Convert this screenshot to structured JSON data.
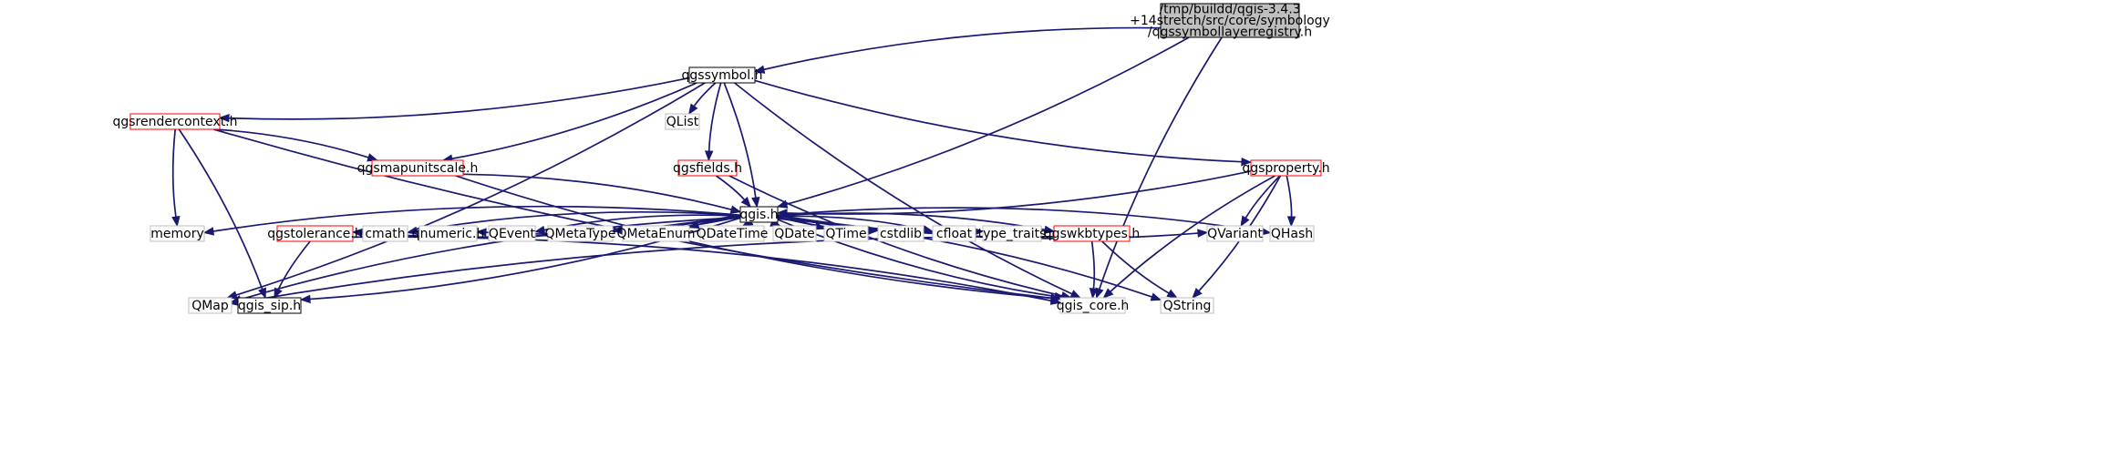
{
  "nodes": [
    {
      "id": "root",
      "lines": [
        "/tmp/buildd/qgis-3.4.3",
        "+14stretch/src/core/symbology",
        "/qgssymbollayerregistry.h"
      ],
      "style": "root",
      "interactable": false
    },
    {
      "id": "qgssymbol",
      "lines": [
        "qgssymbol.h"
      ],
      "style": "black",
      "interactable": true
    },
    {
      "id": "qgsrendercontext",
      "lines": [
        "qgsrendercontext.h"
      ],
      "style": "red",
      "interactable": true
    },
    {
      "id": "qlist",
      "lines": [
        "QList"
      ],
      "style": "gray",
      "interactable": false
    },
    {
      "id": "qgsmapunitscale",
      "lines": [
        "qgsmapunitscale.h"
      ],
      "style": "red",
      "interactable": true
    },
    {
      "id": "qgsfields",
      "lines": [
        "qgsfields.h"
      ],
      "style": "red",
      "interactable": true
    },
    {
      "id": "qgsproperty",
      "lines": [
        "qgsproperty.h"
      ],
      "style": "red",
      "interactable": true
    },
    {
      "id": "qgis",
      "lines": [
        "qgis.h"
      ],
      "style": "black",
      "interactable": true
    },
    {
      "id": "memory",
      "lines": [
        "memory"
      ],
      "style": "gray",
      "interactable": false
    },
    {
      "id": "qgstolerance",
      "lines": [
        "qgstolerance.h"
      ],
      "style": "red",
      "interactable": true
    },
    {
      "id": "cmath",
      "lines": [
        "cmath"
      ],
      "style": "gray",
      "interactable": false
    },
    {
      "id": "qnumeric",
      "lines": [
        "qnumeric.h"
      ],
      "style": "gray",
      "interactable": false
    },
    {
      "id": "qevent",
      "lines": [
        "QEvent"
      ],
      "style": "gray",
      "interactable": false
    },
    {
      "id": "qmetatype",
      "lines": [
        "QMetaType"
      ],
      "style": "gray",
      "interactable": false
    },
    {
      "id": "qmetaenum",
      "lines": [
        "QMetaEnum"
      ],
      "style": "gray",
      "interactable": false
    },
    {
      "id": "qdatetime",
      "lines": [
        "QDateTime"
      ],
      "style": "gray",
      "interactable": false
    },
    {
      "id": "qdate",
      "lines": [
        "QDate"
      ],
      "style": "gray",
      "interactable": false
    },
    {
      "id": "qtime",
      "lines": [
        "QTime"
      ],
      "style": "gray",
      "interactable": false
    },
    {
      "id": "cstdlib",
      "lines": [
        "cstdlib"
      ],
      "style": "gray",
      "interactable": false
    },
    {
      "id": "cfloat",
      "lines": [
        "cfloat"
      ],
      "style": "gray",
      "interactable": false
    },
    {
      "id": "type_traits",
      "lines": [
        "type_traits"
      ],
      "style": "gray",
      "interactable": false
    },
    {
      "id": "qgswkbtypes",
      "lines": [
        "qgswkbtypes.h"
      ],
      "style": "red",
      "interactable": true
    },
    {
      "id": "qvariant",
      "lines": [
        "QVariant"
      ],
      "style": "gray",
      "interactable": false
    },
    {
      "id": "qhash",
      "lines": [
        "QHash"
      ],
      "style": "gray",
      "interactable": false
    },
    {
      "id": "qmap",
      "lines": [
        "QMap"
      ],
      "style": "gray",
      "interactable": false
    },
    {
      "id": "qgis_sip",
      "lines": [
        "qgis_sip.h"
      ],
      "style": "black",
      "interactable": true
    },
    {
      "id": "qgis_core",
      "lines": [
        "qgis_core.h"
      ],
      "style": "gray",
      "interactable": false
    },
    {
      "id": "qstring",
      "lines": [
        "QString"
      ],
      "style": "gray",
      "interactable": false
    }
  ],
  "edges": [
    [
      "root",
      "qgssymbol"
    ],
    [
      "root",
      "qgis"
    ],
    [
      "root",
      "qgis_core"
    ],
    [
      "qgssymbol",
      "qgsrendercontext"
    ],
    [
      "qgssymbol",
      "qlist"
    ],
    [
      "qgssymbol",
      "qgsmapunitscale"
    ],
    [
      "qgssymbol",
      "qgsfields"
    ],
    [
      "qgssymbol",
      "qgis"
    ],
    [
      "qgssymbol",
      "qgsproperty"
    ],
    [
      "qgssymbol",
      "qmap"
    ],
    [
      "qgssymbol",
      "qgis_core"
    ],
    [
      "qgsrendercontext",
      "qgsmapunitscale"
    ],
    [
      "qgsrendercontext",
      "memory"
    ],
    [
      "qgsrendercontext",
      "qgis_sip"
    ],
    [
      "qgsrendercontext",
      "qgis_core"
    ],
    [
      "qgsmapunitscale",
      "qgis"
    ],
    [
      "qgsmapunitscale",
      "qgis_core"
    ],
    [
      "qgsfields",
      "qgis"
    ],
    [
      "qgsfields",
      "qgis_core"
    ],
    [
      "qgsproperty",
      "qgis"
    ],
    [
      "qgsproperty",
      "qvariant"
    ],
    [
      "qgsproperty",
      "qhash"
    ],
    [
      "qgsproperty",
      "qgis_core"
    ],
    [
      "qgsproperty",
      "qstring"
    ],
    [
      "qgis",
      "memory"
    ],
    [
      "qgis",
      "qgstolerance"
    ],
    [
      "qgis",
      "cmath"
    ],
    [
      "qgis",
      "qnumeric"
    ],
    [
      "qgis",
      "qevent"
    ],
    [
      "qgis",
      "qmetatype"
    ],
    [
      "qgis",
      "qmetaenum"
    ],
    [
      "qgis",
      "qdatetime"
    ],
    [
      "qgis",
      "qdate"
    ],
    [
      "qgis",
      "qtime"
    ],
    [
      "qgis",
      "cstdlib"
    ],
    [
      "qgis",
      "cfloat"
    ],
    [
      "qgis",
      "type_traits"
    ],
    [
      "qgis",
      "qgswkbtypes"
    ],
    [
      "qgis",
      "qvariant"
    ],
    [
      "qgis",
      "qhash"
    ],
    [
      "qgis",
      "qmap"
    ],
    [
      "qgis",
      "qgis_sip"
    ],
    [
      "qgis",
      "qgis_core"
    ],
    [
      "qgis",
      "qstring"
    ],
    [
      "qgstolerance",
      "qgis_sip"
    ],
    [
      "qgstolerance",
      "qgis_core"
    ],
    [
      "qgswkbtypes",
      "qmap"
    ],
    [
      "qgswkbtypes",
      "qgis_core"
    ],
    [
      "qgswkbtypes",
      "qstring"
    ]
  ],
  "colors": {
    "edge": "#191970",
    "black_border": "#000000",
    "red_border": "#ff0000",
    "gray_border": "#bfbfbf",
    "root_fill": "#bfbfbf",
    "node_fill": "#ffffff"
  }
}
